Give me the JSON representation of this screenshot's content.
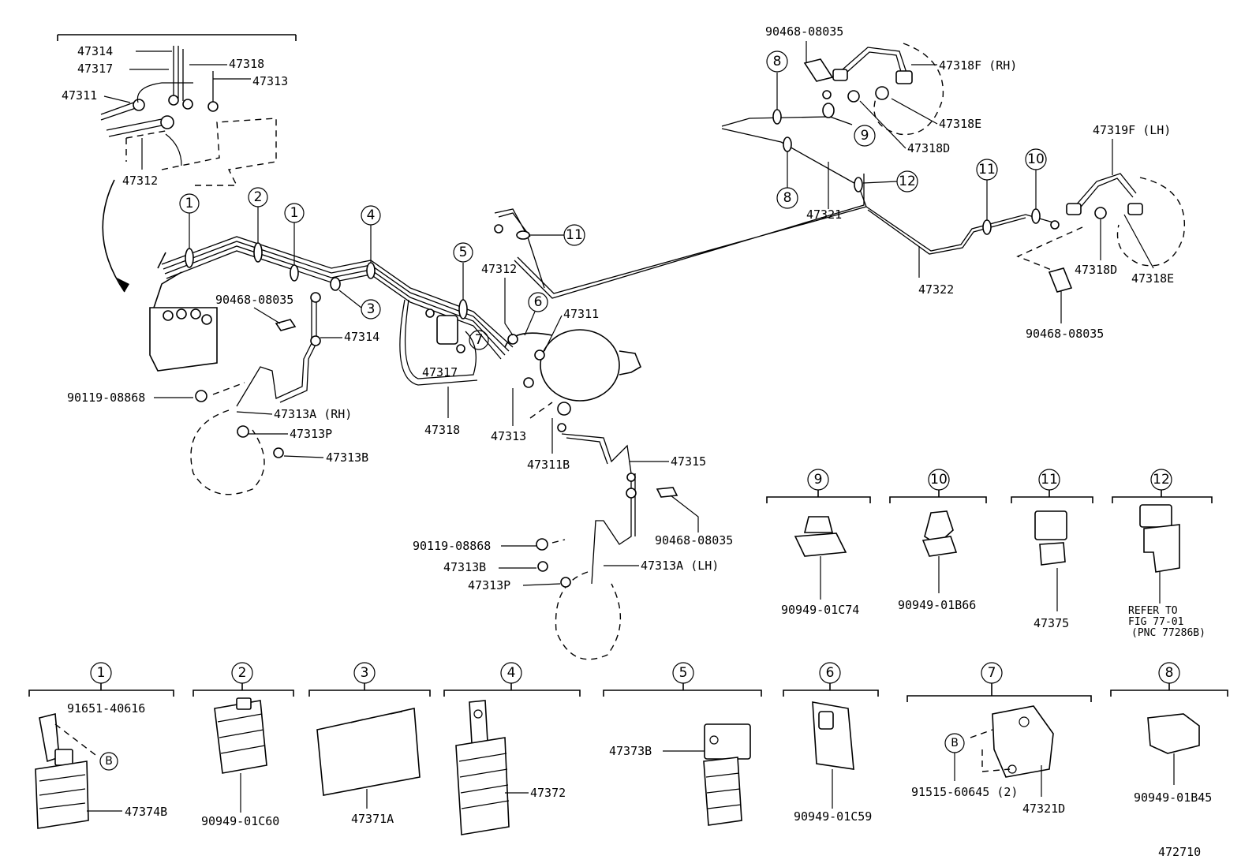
{
  "callouts_main": [
    "1",
    "2",
    "1",
    "4",
    "3",
    "5",
    "6",
    "7",
    "11",
    "8",
    "8",
    "9",
    "12",
    "11",
    "10"
  ],
  "labels": {
    "l47314_top": "47314",
    "l47317_top": "47317",
    "l47318_top": "47318",
    "l47313_top": "47313",
    "l47311_top": "47311",
    "l47312_top": "47312",
    "l90468_a": "90468-08035",
    "l47314_mid": "47314",
    "l90119_a": "90119-08868",
    "l47313A_rh": "47313A (RH)",
    "l47313P_a": "47313P",
    "l47313B_a": "47313B",
    "l47317_mid": "47317",
    "l47318_mid": "47318",
    "l47312_mid": "47312",
    "l47311_mid": "47311",
    "l47313_mid": "47313",
    "l47311B": "47311B",
    "l47315": "47315",
    "l90468_b": "90468-08035",
    "l90119_b": "90119-08868",
    "l47313B_b": "47313B",
    "l47313A_lh": "47313A (LH)",
    "l47313P_b": "47313P",
    "l90468_c": "90468-08035",
    "l47318F_rh": "47318F (RH)",
    "l47318E_a": "47318E",
    "l47318D_a": "47318D",
    "l47321": "47321",
    "l47319F_lh": "47319F (LH)",
    "l47322": "47322",
    "l47318D_b": "47318D",
    "l47318E_b": "47318E",
    "l90468_d": "90468-08035"
  },
  "detail_boxes_upper": [
    {
      "num": "9",
      "part": "90949-01C74"
    },
    {
      "num": "10",
      "part": "90949-01B66"
    },
    {
      "num": "11",
      "part": "47375"
    },
    {
      "num": "12",
      "part": "REFER TO",
      "part2": "FIG 77-01",
      "part3": "(PNC 77286B)"
    }
  ],
  "detail_boxes_lower": [
    {
      "num": "1",
      "part": "47374B",
      "extra": "91651-40616",
      "b": "B"
    },
    {
      "num": "2",
      "part": "90949-01C60"
    },
    {
      "num": "3",
      "part": "47371A"
    },
    {
      "num": "4",
      "part": "47372"
    },
    {
      "num": "5",
      "part": "47373B"
    },
    {
      "num": "6",
      "part": "90949-01C59"
    },
    {
      "num": "7",
      "part": "47321D",
      "extra": "91515-60645 (2)",
      "b": "B"
    },
    {
      "num": "8",
      "part": "90949-01B45"
    }
  ],
  "figure_code": "472710"
}
